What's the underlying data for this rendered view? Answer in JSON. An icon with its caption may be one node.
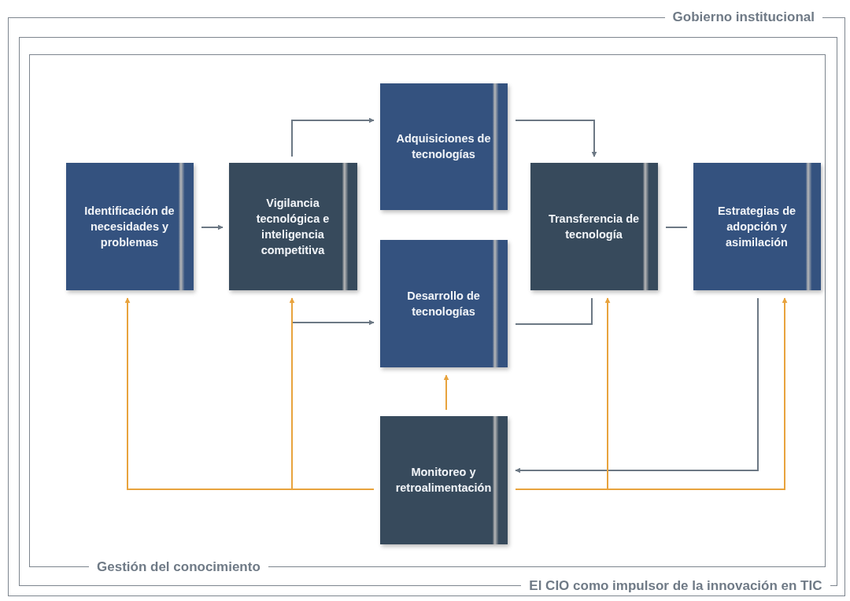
{
  "diagram": {
    "nodes": [
      {
        "text": [
          "Gobierno institucional"
        ]
      },
      {
        "text": [
          "El CIO como impulsor de la innovación en TIC"
        ],
        "in": 0
      },
      {
        "text": [
          "Gestión del conocimiento"
        ],
        "in": 1
      },
      {
        "text": [
          "Identificación de necesidades y problemas"
        ],
        "in": 2
      },
      {
        "text": [
          "Vigilancia tecnológica e inteligencia competitiva"
        ],
        "in": 2
      },
      {
        "text": [
          "Adquisiciones de tecnologías"
        ],
        "in": 2
      },
      {
        "text": [
          "Desarrollo de tecnologías"
        ],
        "in": 2
      },
      {
        "text": [
          "Transferencia de tecnología"
        ],
        "in": 2
      },
      {
        "text": [
          "Estrategias de adopción y asimilación"
        ],
        "in": 2
      },
      {
        "text": [
          "Monitoreo y retroalimentación"
        ],
        "in": 2
      }
    ],
    "edges": [
      {
        "from": 3,
        "to": 4,
        "arrow": "to"
      },
      {
        "from": 4,
        "to": 5,
        "arrow": "to"
      },
      {
        "from": 4,
        "to": 6,
        "arrow": "to"
      },
      {
        "from": 5,
        "to": 7,
        "arrow": "to"
      },
      {
        "from": 6,
        "to": 7,
        "arrow": "none"
      },
      {
        "from": 7,
        "to": 8,
        "arrow": "none"
      },
      {
        "from": 8,
        "to": 9,
        "arrow": "to"
      },
      {
        "from": 9,
        "to": 3,
        "arrow": "to",
        "color": "#e8a33d"
      },
      {
        "from": 9,
        "to": 4,
        "arrow": "to",
        "color": "#e8a33d"
      },
      {
        "from": 9,
        "to": 6,
        "arrow": "to",
        "color": "#e8a33d"
      },
      {
        "from": 9,
        "to": 7,
        "arrow": "to",
        "color": "#e8a33d"
      },
      {
        "from": 9,
        "to": 8,
        "arrow": "to",
        "color": "#e8a33d"
      }
    ]
  }
}
